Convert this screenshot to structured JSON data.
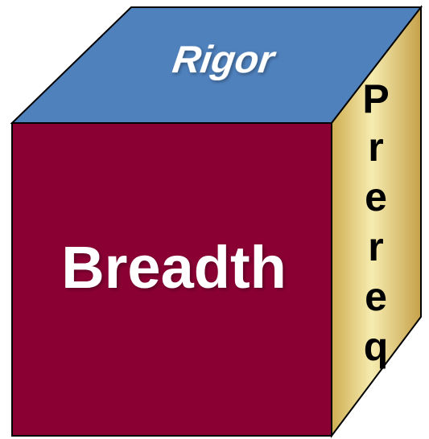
{
  "cube": {
    "top_label": "Rigor",
    "front_label": "Breadth",
    "side_letters": [
      "P",
      "r",
      "e",
      "r",
      "e",
      "q"
    ]
  },
  "colors": {
    "top_face": "#4f81bd",
    "front_face": "#8b0033",
    "side_face_light": "#f3e7a3",
    "side_face_dark": "#c9a84a",
    "edge": "#000000",
    "front_text": "#ffffff",
    "top_text": "#ffffff",
    "side_text": "#000000"
  }
}
